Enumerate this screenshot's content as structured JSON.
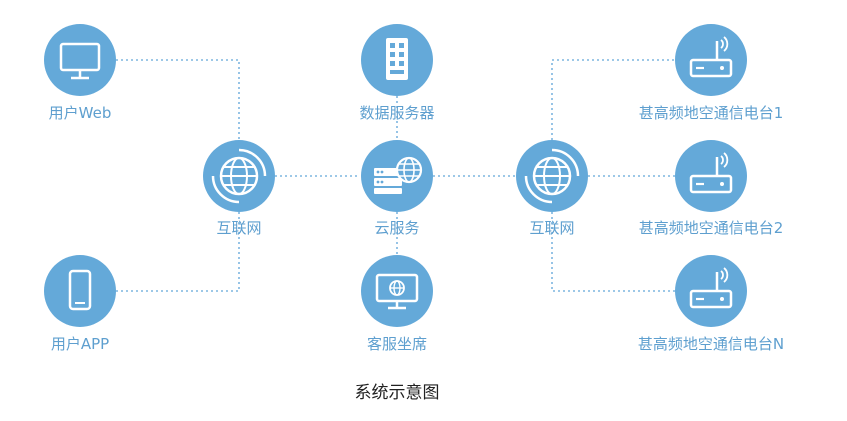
{
  "colors": {
    "node": "#64a9d9",
    "line": "#7db6df",
    "label": "#5e9fcf",
    "caption": "#222222"
  },
  "nodes": {
    "user_web": {
      "label": "用户Web",
      "icon": "monitor-icon"
    },
    "user_app": {
      "label": "用户APP",
      "icon": "phone-icon"
    },
    "internet_left": {
      "label": "互联网",
      "icon": "globe-icon"
    },
    "data_server": {
      "label": "数据服务器",
      "icon": "server-icon"
    },
    "cloud_service": {
      "label": "云服务",
      "icon": "cloud-service-icon"
    },
    "service_desk": {
      "label": "客服坐席",
      "icon": "globe-monitor-icon"
    },
    "internet_right": {
      "label": "互联网",
      "icon": "globe-icon"
    },
    "radio_1": {
      "label": "甚高频地空通信电台1",
      "icon": "radio-icon"
    },
    "radio_2": {
      "label": "甚高频地空通信电台2",
      "icon": "radio-icon"
    },
    "radio_n": {
      "label": "甚高频地空通信电台N",
      "icon": "radio-icon"
    }
  },
  "caption": "系统示意图"
}
